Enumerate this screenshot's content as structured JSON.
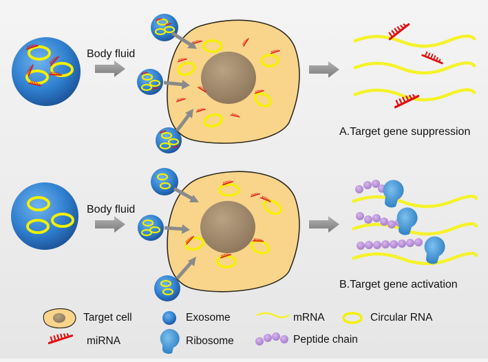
{
  "flow_label_top": "Body fluid",
  "flow_label_bottom": "Body fluid",
  "caption_suppression": "A.Target gene suppression",
  "caption_activation": "B.Target gene activation",
  "legend": {
    "target_cell": "Target cell",
    "exosome": "Exosome",
    "mrna": "mRNA",
    "circular_rna": "Circular RNA",
    "mirna": "miRNA",
    "ribosome": "Ribosome",
    "peptide_chain": "Peptide chain"
  },
  "colors": {
    "exosome_blue": "#2f7fcf",
    "cell_fill": "#f8d58a",
    "nucleus": "#a0896e",
    "circrna_yellow": "#f4f000",
    "mirna_red": "#e01010",
    "mrna_yellow": "#f5f22a",
    "ribosome_blue": "#3a8fd0",
    "peptide_purple": "#b98fd6",
    "arrow_gray": "#8a8a8a"
  }
}
